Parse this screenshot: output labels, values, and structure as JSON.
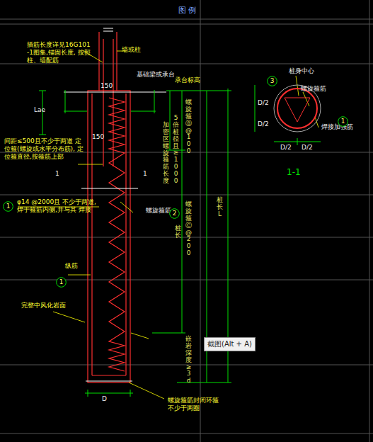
{
  "diagram": {
    "title": "图 例",
    "nodes": [
      {
        "text": [
          "1"
        ]
      },
      {
        "text": [
          "2"
        ]
      },
      {
        "text": [
          "1"
        ]
      },
      {
        "text": [
          "3"
        ]
      },
      {
        "text": [
          "1"
        ]
      }
    ],
    "labels": [
      "插筋长度详见16G101 -1图集,锚固长度, 按照柱、墙配筋",
      "墙或柱",
      "150",
      "基础梁或承台",
      "承台标高",
      "Lae",
      "150",
      "间距≤500且不少于两道 定位箍(螺旋或水平分布筋), 定位箍直径,按箍筋上部",
      "1",
      "1",
      "加密区螺旋箍筋长度",
      "5倍桩径且≥1000",
      "螺旋箍Ⓑ@100",
      "桩长",
      "螺旋箍Ⓒ@200",
      "桩长 L",
      "φ14 @2000且 不少于两道, 焊于箍筋内侧,并与其 焊接",
      "螺旋箍筋",
      "纵筋",
      "完整中风化岩面",
      "截图(Alt + A)",
      "嵌岩深度≥3d",
      "D",
      "螺旋箍筋封闭环箍 不少于两圈",
      "桩身中心",
      "螺旋箍筋",
      "焊接加强筋",
      "D/2",
      "D/2",
      "D/2",
      "D/2",
      "1-1"
    ]
  }
}
